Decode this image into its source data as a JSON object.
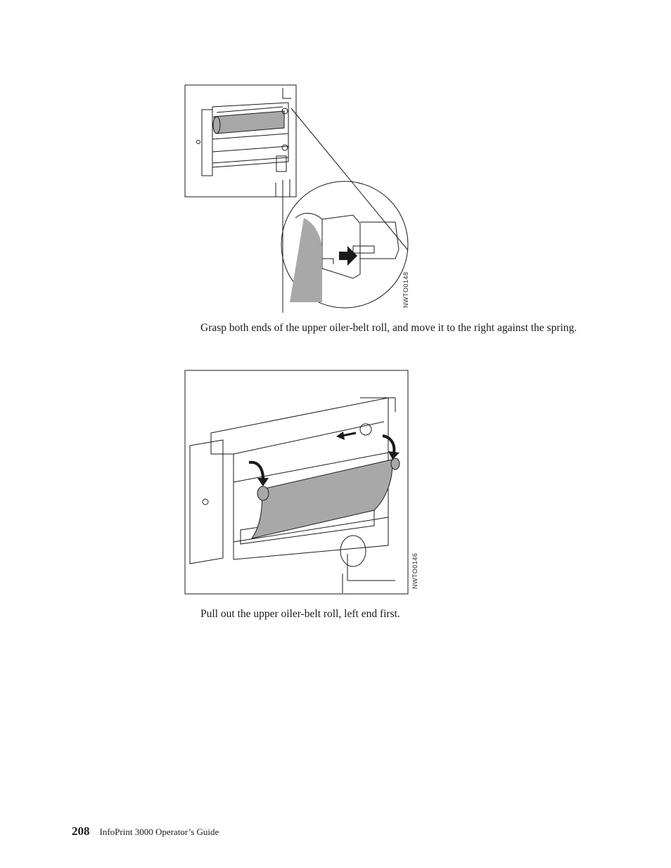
{
  "figure1": {
    "code": "NWTO0148"
  },
  "step1_text": "Grasp both ends of the upper oiler-belt roll, and move it to the right against the spring.",
  "figure2": {
    "code": "NWTO0146"
  },
  "step2_text": "Pull out the upper oiler-belt roll, left end first.",
  "footer": {
    "page_number": "208",
    "title": "InfoPrint 3000 Operator’s Guide"
  },
  "colors": {
    "belt": "#a8a8a8",
    "line": "#1a1a1a"
  }
}
